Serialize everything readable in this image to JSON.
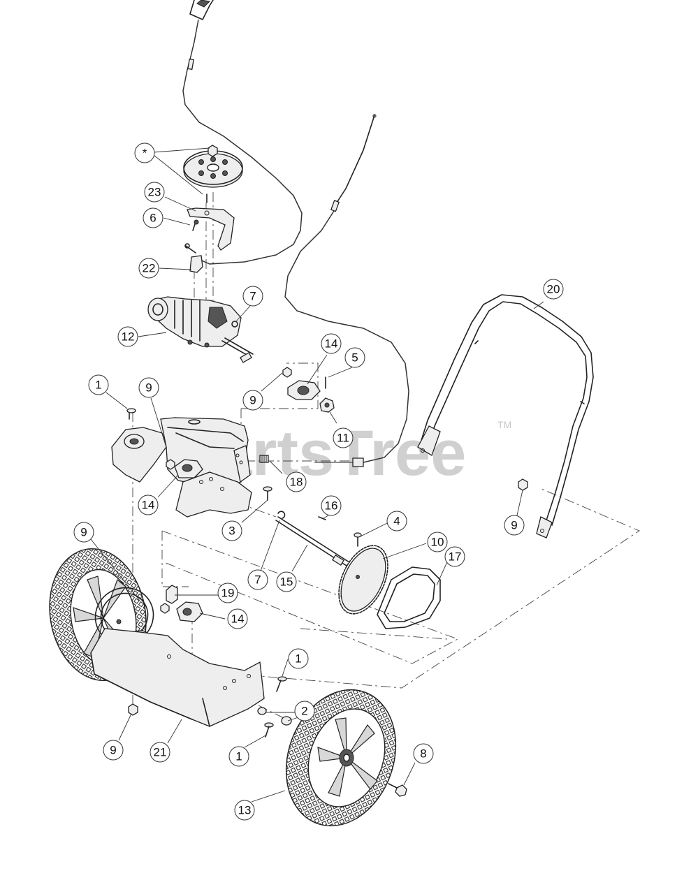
{
  "watermark": {
    "text": "PartsTree",
    "trademark": "TM"
  },
  "callouts": [
    {
      "id": "c-star",
      "label": "*"
    },
    {
      "id": "c-23",
      "label": "23"
    },
    {
      "id": "c-6",
      "label": "6"
    },
    {
      "id": "c-22",
      "label": "22"
    },
    {
      "id": "c-12",
      "label": "12"
    },
    {
      "id": "c-7a",
      "label": "7"
    },
    {
      "id": "c-20",
      "label": "20"
    },
    {
      "id": "c-14a",
      "label": "14"
    },
    {
      "id": "c-5",
      "label": "5"
    },
    {
      "id": "c-9a",
      "label": "9"
    },
    {
      "id": "c-11",
      "label": "11"
    },
    {
      "id": "c-1a",
      "label": "1"
    },
    {
      "id": "c-9b",
      "label": "9"
    },
    {
      "id": "c-18",
      "label": "18"
    },
    {
      "id": "c-14b",
      "label": "14"
    },
    {
      "id": "c-3",
      "label": "3"
    },
    {
      "id": "c-7b",
      "label": "7"
    },
    {
      "id": "c-16",
      "label": "16"
    },
    {
      "id": "c-4",
      "label": "4"
    },
    {
      "id": "c-10",
      "label": "10"
    },
    {
      "id": "c-17",
      "label": "17"
    },
    {
      "id": "c-15",
      "label": "15"
    },
    {
      "id": "c-9c",
      "label": "9"
    },
    {
      "id": "c-9d",
      "label": "9"
    },
    {
      "id": "c-19",
      "label": "19"
    },
    {
      "id": "c-14c",
      "label": "14"
    },
    {
      "id": "c-1b",
      "label": "1"
    },
    {
      "id": "c-2",
      "label": "2"
    },
    {
      "id": "c-9e",
      "label": "9"
    },
    {
      "id": "c-21",
      "label": "21"
    },
    {
      "id": "c-1c",
      "label": "1"
    },
    {
      "id": "c-8",
      "label": "8"
    },
    {
      "id": "c-13",
      "label": "13"
    }
  ]
}
